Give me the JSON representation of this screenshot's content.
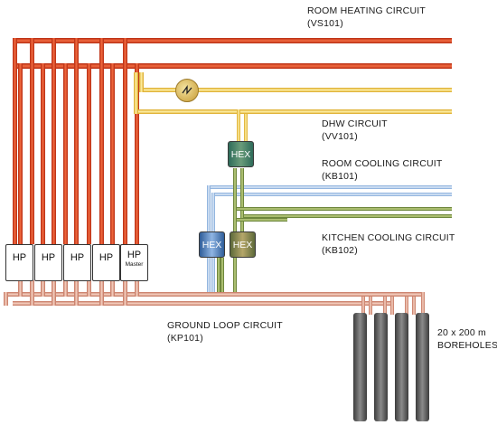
{
  "labels": {
    "room_heating": {
      "title": "ROOM HEATING CIRCUIT",
      "code": "(VS101)"
    },
    "dhw": {
      "title": "DHW CIRCUIT",
      "code": "(VV101)"
    },
    "room_cooling": {
      "title": "ROOM COOLING CIRCUIT",
      "code": "(KB101)"
    },
    "kitchen_cooling": {
      "title": "KITCHEN COOLING CIRCUIT",
      "code": "(KB102)"
    },
    "ground_loop": {
      "title": "GROUND LOOP CIRCUIT",
      "code": "(KP101)"
    },
    "boreholes": {
      "title": "20 x 200 m",
      "code": "BOREHOLES"
    }
  },
  "heat_pumps": [
    {
      "label": "HP",
      "sub": ""
    },
    {
      "label": "HP",
      "sub": ""
    },
    {
      "label": "HP",
      "sub": ""
    },
    {
      "label": "HP",
      "sub": ""
    },
    {
      "label": "HP",
      "sub": "Master"
    }
  ],
  "heat_exchangers": {
    "dhw": "HEX",
    "room_cooling": "HEX",
    "kitchen_cooling": "HEX"
  },
  "colors": {
    "heating_pipe": "#e0401e",
    "dhw_pipe": "#f2c94c",
    "cooling_pipe": "#9ec3e8",
    "kitchen_green": "#6f8f3a",
    "ground_pipe": "#e6a189",
    "borehole": "#555555"
  }
}
